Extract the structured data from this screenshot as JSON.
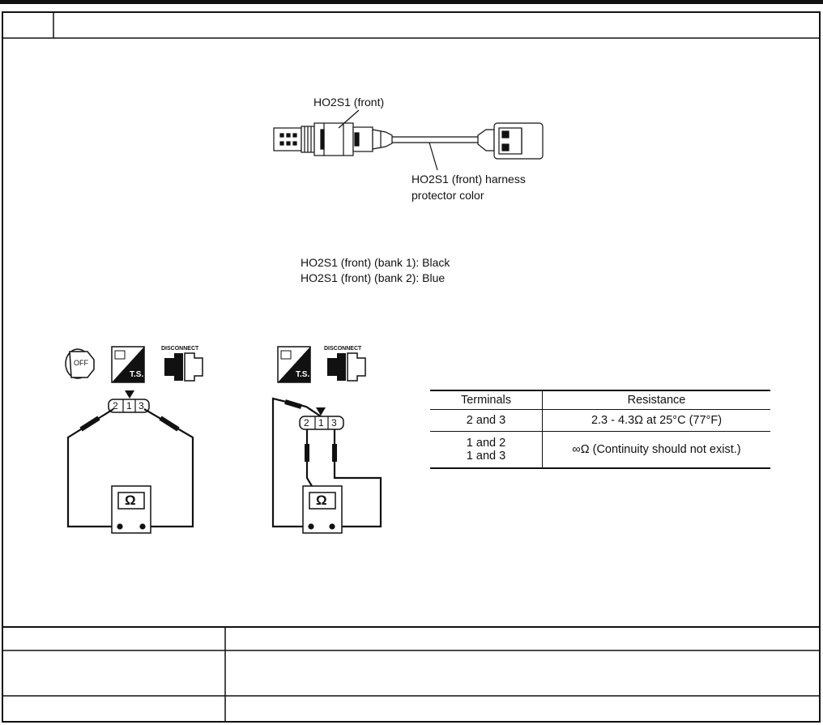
{
  "sensor_diagram": {
    "sensor_label": "HO2S1 (front)",
    "harness_label_line1": "HO2S1 (front) harness",
    "harness_label_line2": "protector color",
    "bank1": "HO2S1 (front) (bank 1): Black",
    "bank2": "HO2S1 (front) (bank 2): Blue"
  },
  "icons": {
    "ignition_text": "OFF",
    "ts_text": "T.S.",
    "disconnect_text": "DISCONNECT"
  },
  "meter": {
    "symbol": "Ω",
    "terminals": [
      "2",
      "1",
      "3"
    ]
  },
  "resistance_table": {
    "headers": [
      "Terminals",
      "Resistance"
    ],
    "rows": [
      {
        "terminals": "2 and 3",
        "resistance": "2.3 - 4.3Ω at 25°C (77°F)"
      },
      {
        "terminals_line1": "1 and 2",
        "terminals_line2": "1 and 3",
        "resistance": "∞Ω (Continuity should not exist.)"
      }
    ]
  }
}
